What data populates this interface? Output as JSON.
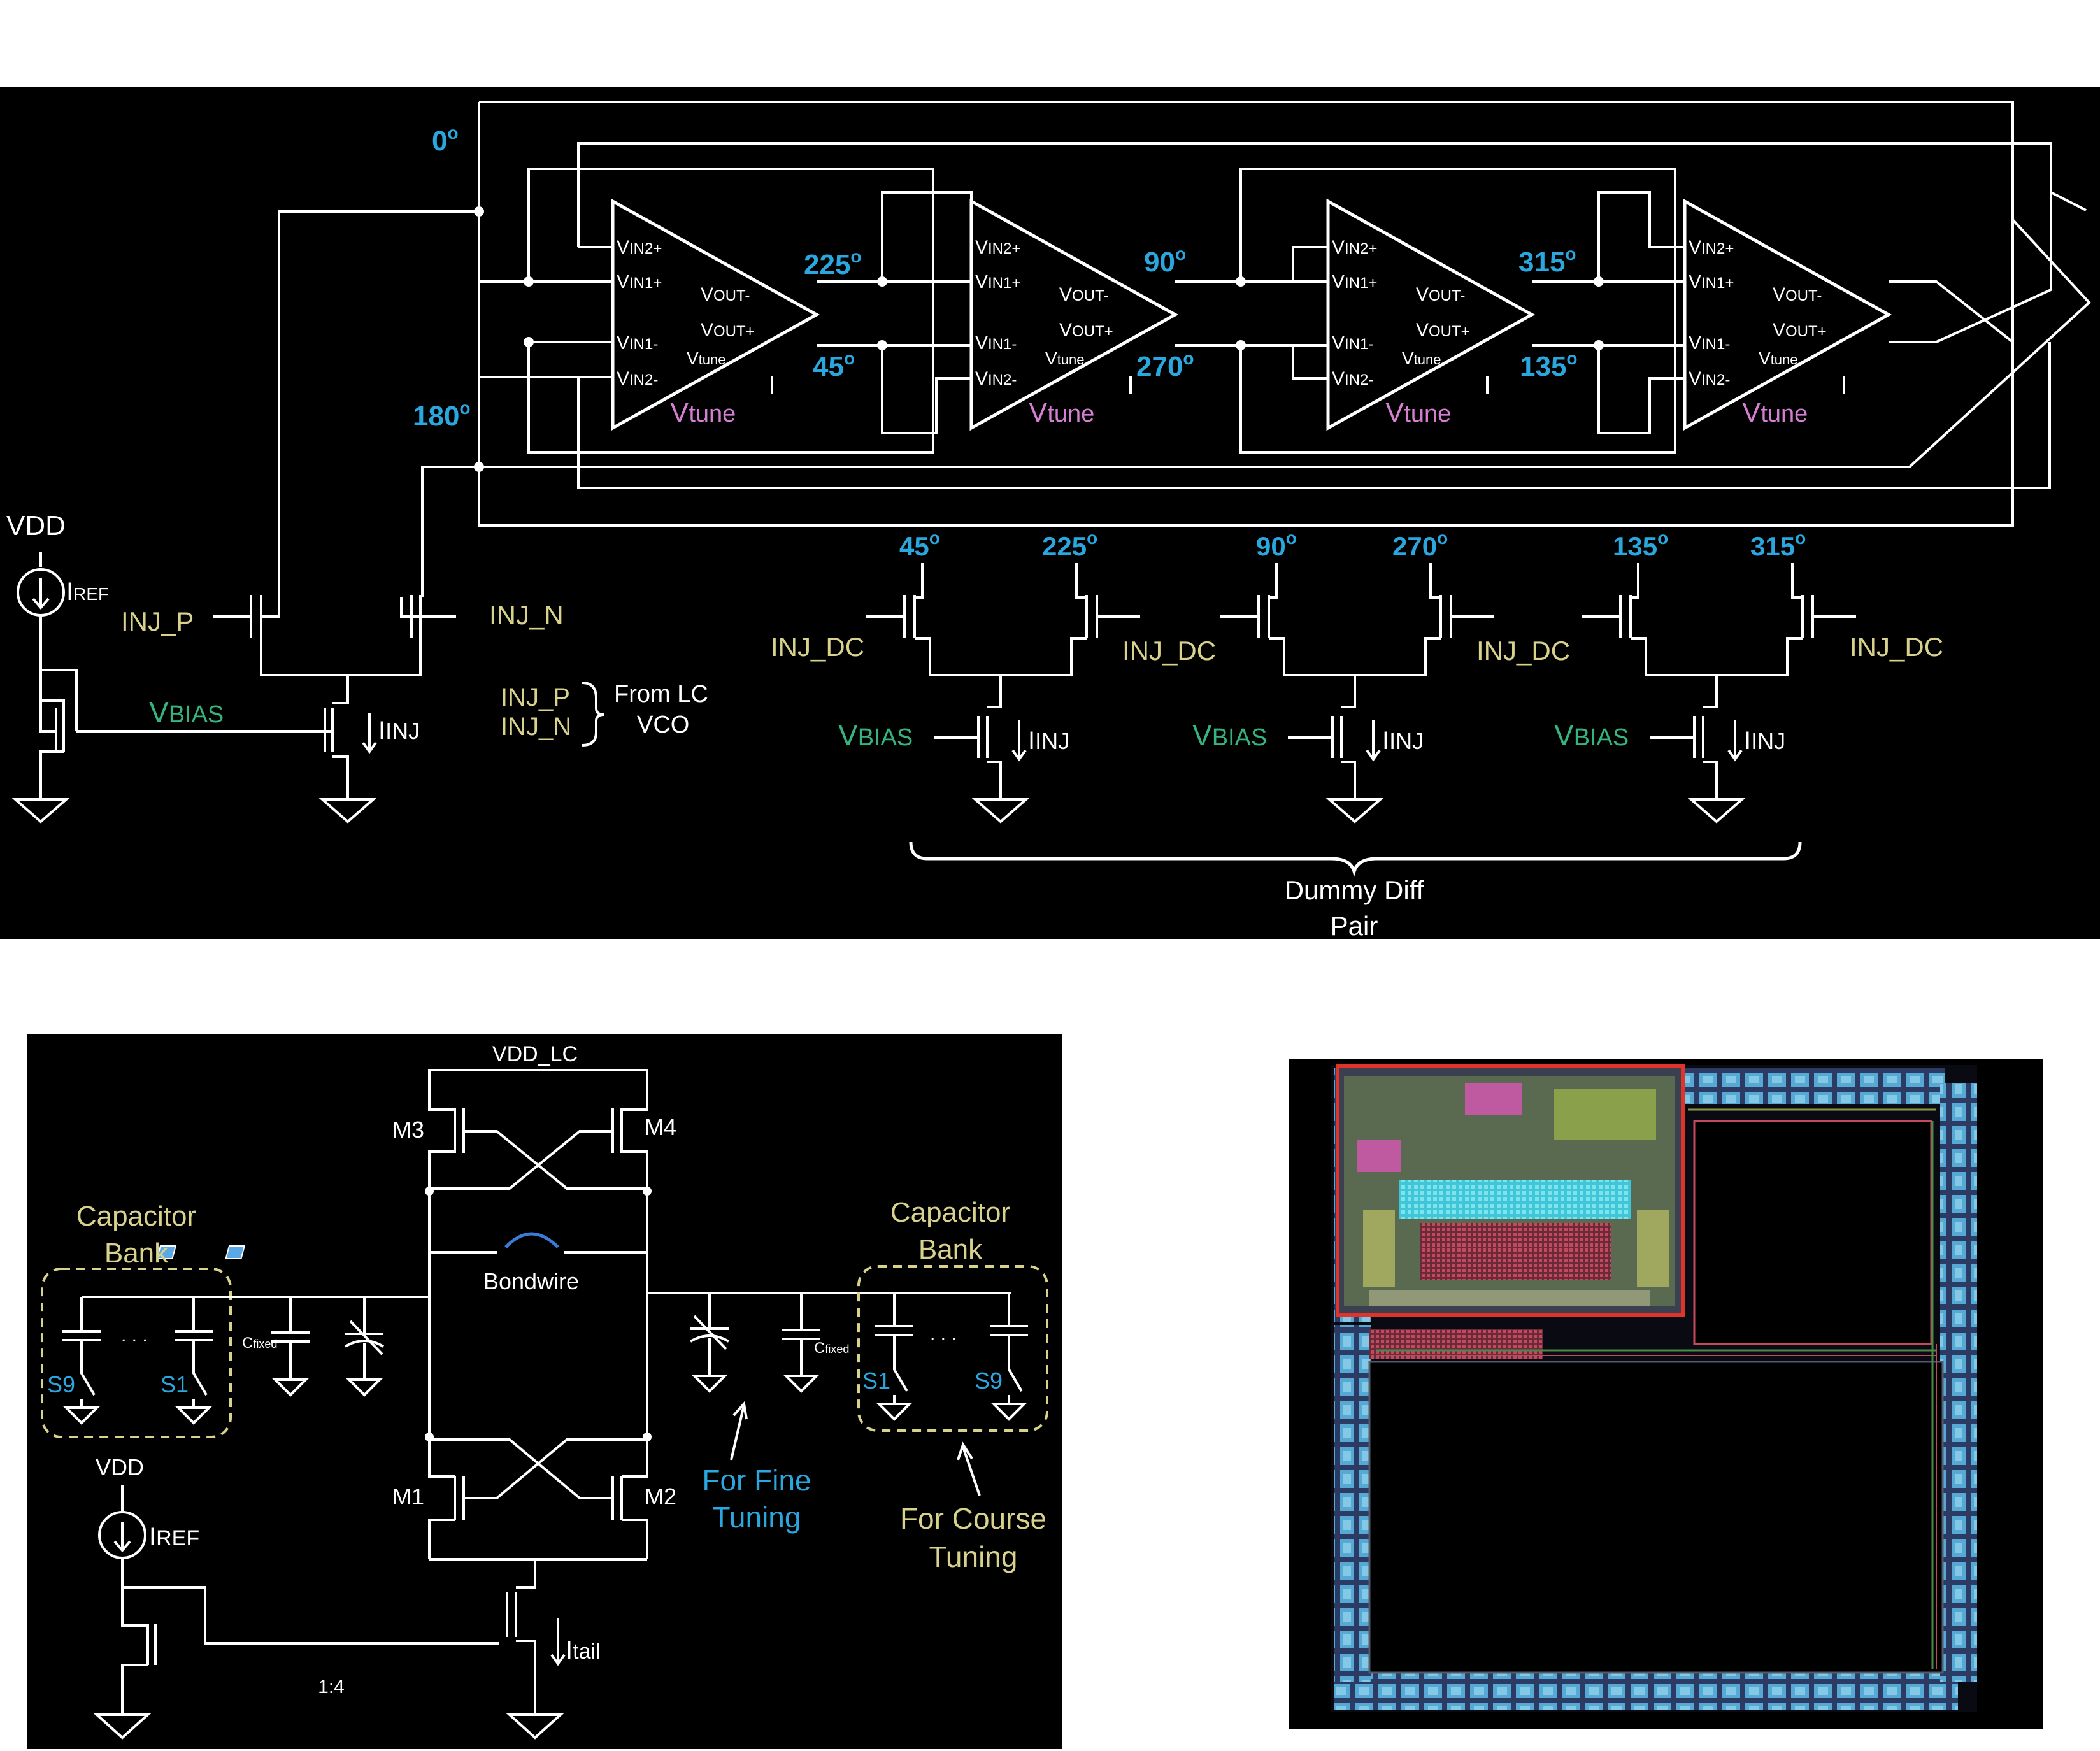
{
  "top": {
    "phases": {
      "p0": "0",
      "p180": "180",
      "p225": "225",
      "p45": "45",
      "p90": "90",
      "p270": "270",
      "p315": "315",
      "p135": "135",
      "deg": "o"
    },
    "stage_pins": {
      "vin2p": "IN2+",
      "vin1p": "IN1+",
      "vin1n": "IN1-",
      "vin2n": "IN2-",
      "voutn": "OUT-",
      "voutp": "OUT+",
      "v": "V",
      "tune": "tune"
    },
    "vdd": "VDD",
    "iref": "REF",
    "i": "I",
    "inj_p": "INJ_P",
    "inj_n": "INJ_N",
    "vbias_v": "V",
    "vbias_sub": "BIAS",
    "iinj": "INJ",
    "from_lc": "From LC",
    "vco": "VCO",
    "inj_dc": "INJ_DC",
    "dummy_line1": "Dummy Diff",
    "dummy_line2": "Pair"
  },
  "lc": {
    "vdd_lc": "VDD_LC",
    "m1": "M1",
    "m2": "M2",
    "m3": "M3",
    "m4": "M4",
    "bondwire": "Bondwire",
    "cap_bank_1": "Capacitor",
    "cap_bank_2": "Bank",
    "c": "C",
    "fixed": "fixed",
    "s1": "S1",
    "s9": "S9",
    "dots": ". . .",
    "vdd": "VDD",
    "i": "I",
    "iref": "REF",
    "itail": "tail",
    "ratio": "1:4",
    "fine_1": "For Fine",
    "fine_2": "Tuning",
    "course_1": "For Course",
    "course_2": "Tuning"
  },
  "colors": {
    "phase_label": "#2aa7de",
    "injection_label": "#d8d28c",
    "bias_label": "#36b37e",
    "vtune_label": "#d57fd2",
    "highlight_box": "#e0342a"
  }
}
